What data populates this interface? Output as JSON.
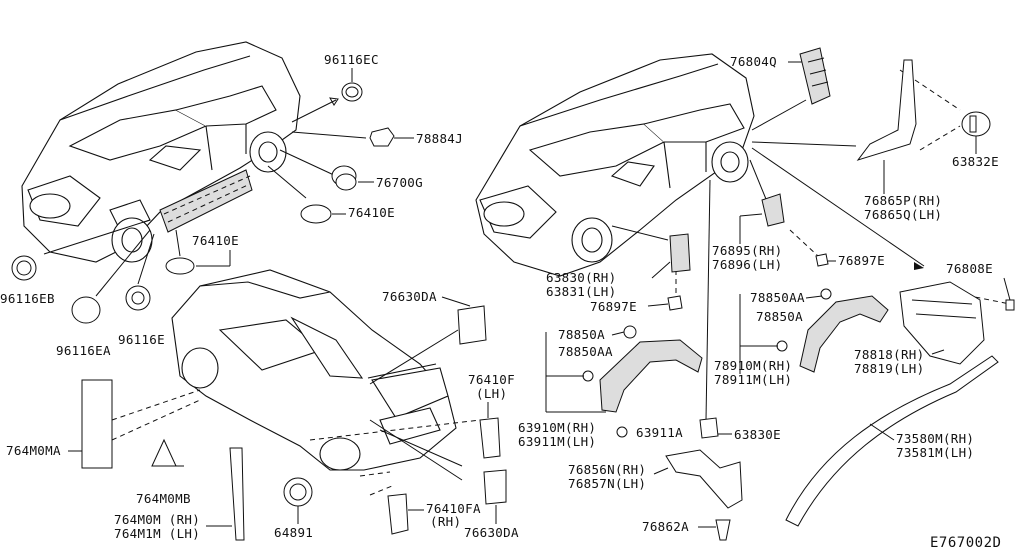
{
  "diagram_id": "E767002D",
  "labels": {
    "p96116EC": "96116EC",
    "p78884J": "78884J",
    "p76700G": "76700G",
    "p76410E_a": "76410E",
    "p76410E_b": "76410E",
    "p96116EB": "96116EB",
    "p96116EA": "96116EA",
    "p96116E": "96116E",
    "p764M0MA": "764M0MA",
    "p764M0MB": "764M0MB",
    "p764M0M": "764M0M (RH)",
    "p764M1M": "764M1M (LH)",
    "p64891": "64891",
    "p76630DA_a": "76630DA",
    "p76410F": "76410F",
    "p76410F_side": "(LH)",
    "p76410FA": "76410FA",
    "p76410FA_side": "(RH)",
    "p76630DA_b": "76630DA",
    "p76804Q": "76804Q",
    "p63832E": "63832E",
    "p76865P": "76865P(RH)",
    "p76865Q": "76865Q(LH)",
    "p63830": "63830(RH)",
    "p63831": "63831(LH)",
    "p76897E_a": "76897E",
    "p76895": "76895(RH)",
    "p76896": "76896(LH)",
    "p76897E_b": "76897E",
    "p76808E": "76808E",
    "p78850A_a": "78850A",
    "p78850AA_a": "78850AA",
    "p78850AA_b": "78850AA",
    "p78850A_b": "78850A",
    "p78910M": "78910M(RH)",
    "p78911M": "78911M(LH)",
    "p78818": "78818(RH)",
    "p78819": "78819(LH)",
    "p63910M": "63910M(RH)",
    "p63911M": "63911M(LH)",
    "p63911A": "63911A",
    "p63830E": "63830E",
    "p76856N": "76856N(RH)",
    "p76857N": "76857N(LH)",
    "p76862A": "76862A",
    "p73580M": "73580M(RH)",
    "p73581M": "73581M(LH)"
  }
}
